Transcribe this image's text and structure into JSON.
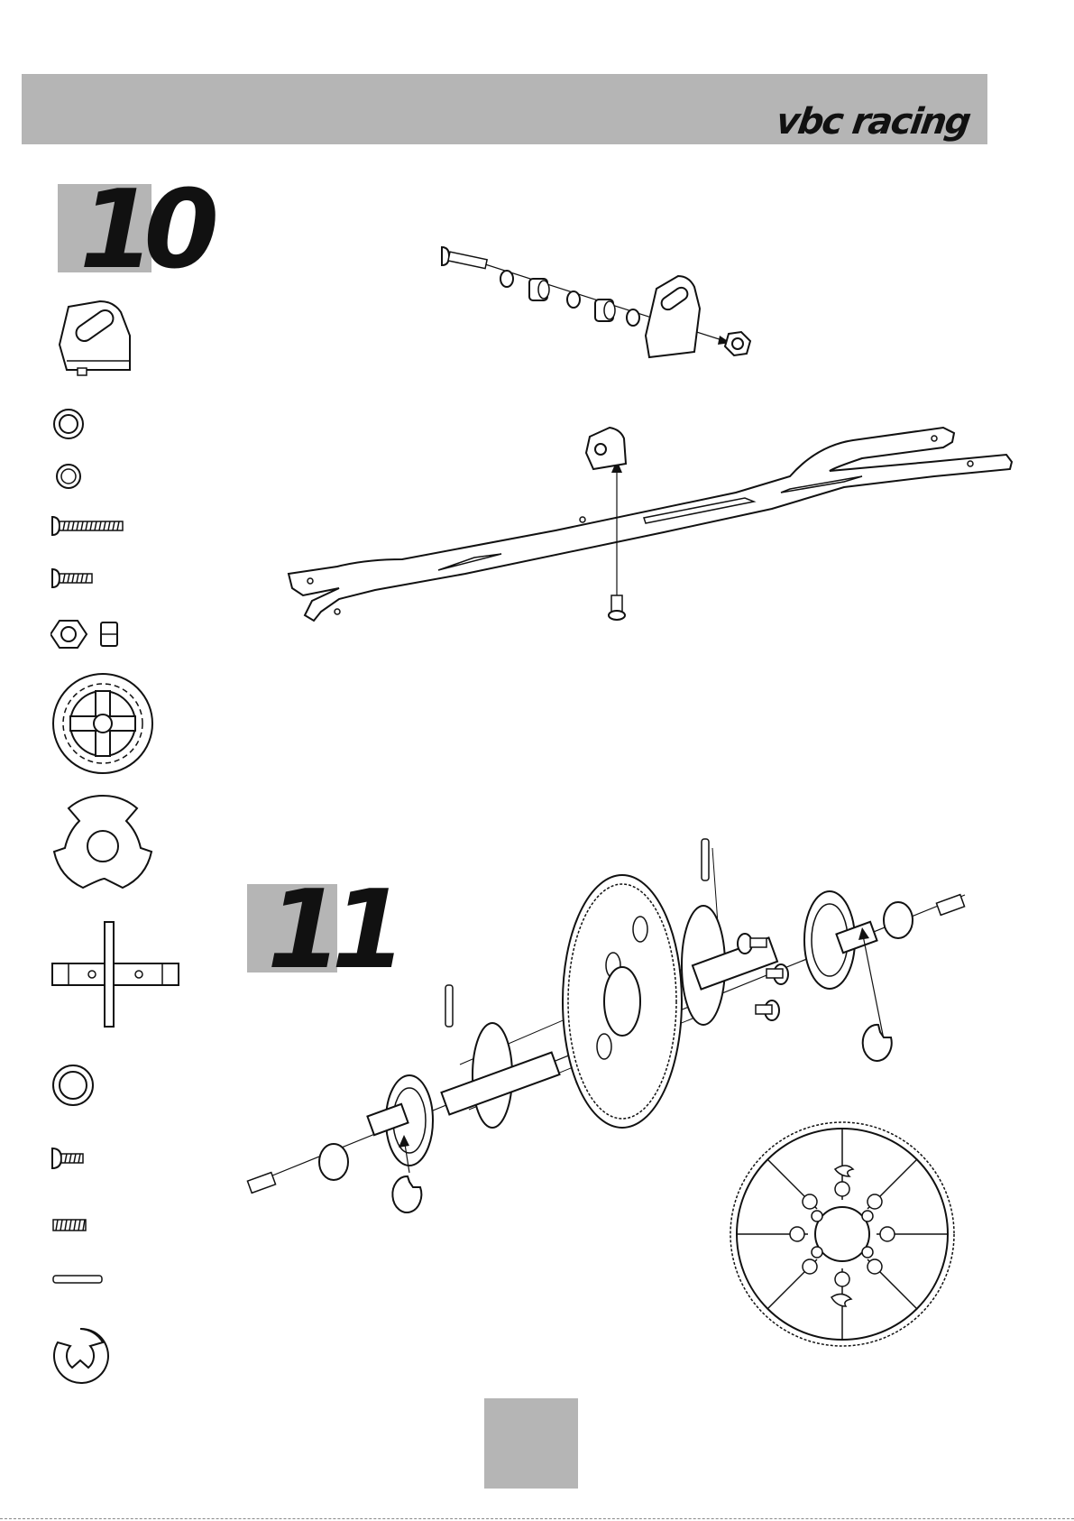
{
  "header": {
    "logo_text": "vbc racing"
  },
  "steps": [
    {
      "number": "10"
    },
    {
      "number": "11"
    }
  ],
  "page": {
    "number": ""
  },
  "colors": {
    "header_gray": "#b5b5b5",
    "ink": "#111111"
  },
  "icons": [
    "bearing-block-icon",
    "ball-bearing-icon",
    "washer-icon",
    "long-screw-icon",
    "short-screw-icon",
    "lock-nut-icon",
    "spur-hub-icon",
    "slipper-plate-icon",
    "axle-shaft-icon",
    "large-bearing-icon",
    "button-screw-icon",
    "set-screw-icon",
    "pin-icon",
    "e-clip-icon"
  ]
}
